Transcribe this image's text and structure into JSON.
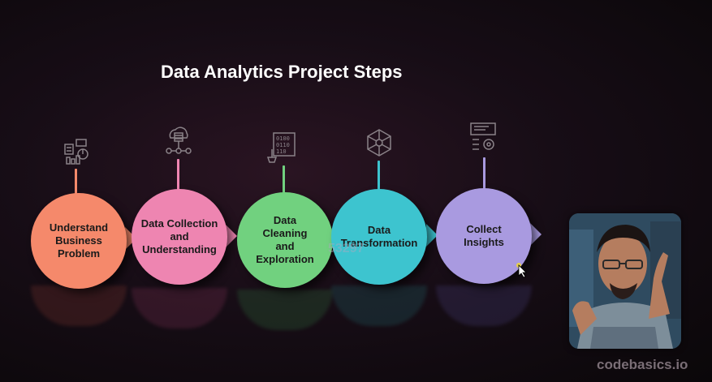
{
  "slide": {
    "title": "Data Analytics Project Steps",
    "brand": "codebasics.io",
    "watermark": "53297"
  },
  "steps": [
    {
      "label": "Understand Business Problem",
      "color": "#f5896b",
      "stem_color": "#f5896b",
      "icon": "analytics-icon"
    },
    {
      "label": "Data Collection and Understanding",
      "color": "#ee85b1",
      "stem_color": "#ee85b1",
      "icon": "cloud-database-icon"
    },
    {
      "label": "Data Cleaning and Exploration",
      "color": "#71d17f",
      "stem_color": "#71d17f",
      "icon": "binary-data-icon"
    },
    {
      "label": "Data Transformation",
      "color": "#3dc4cf",
      "stem_color": "#3dc4cf",
      "icon": "network-icon"
    },
    {
      "label": "Collect Insights",
      "color": "#a99ae0",
      "stem_color": "#a99ae0",
      "icon": "report-gear-icon"
    }
  ],
  "webcam": {
    "icon": "presenter-video"
  }
}
